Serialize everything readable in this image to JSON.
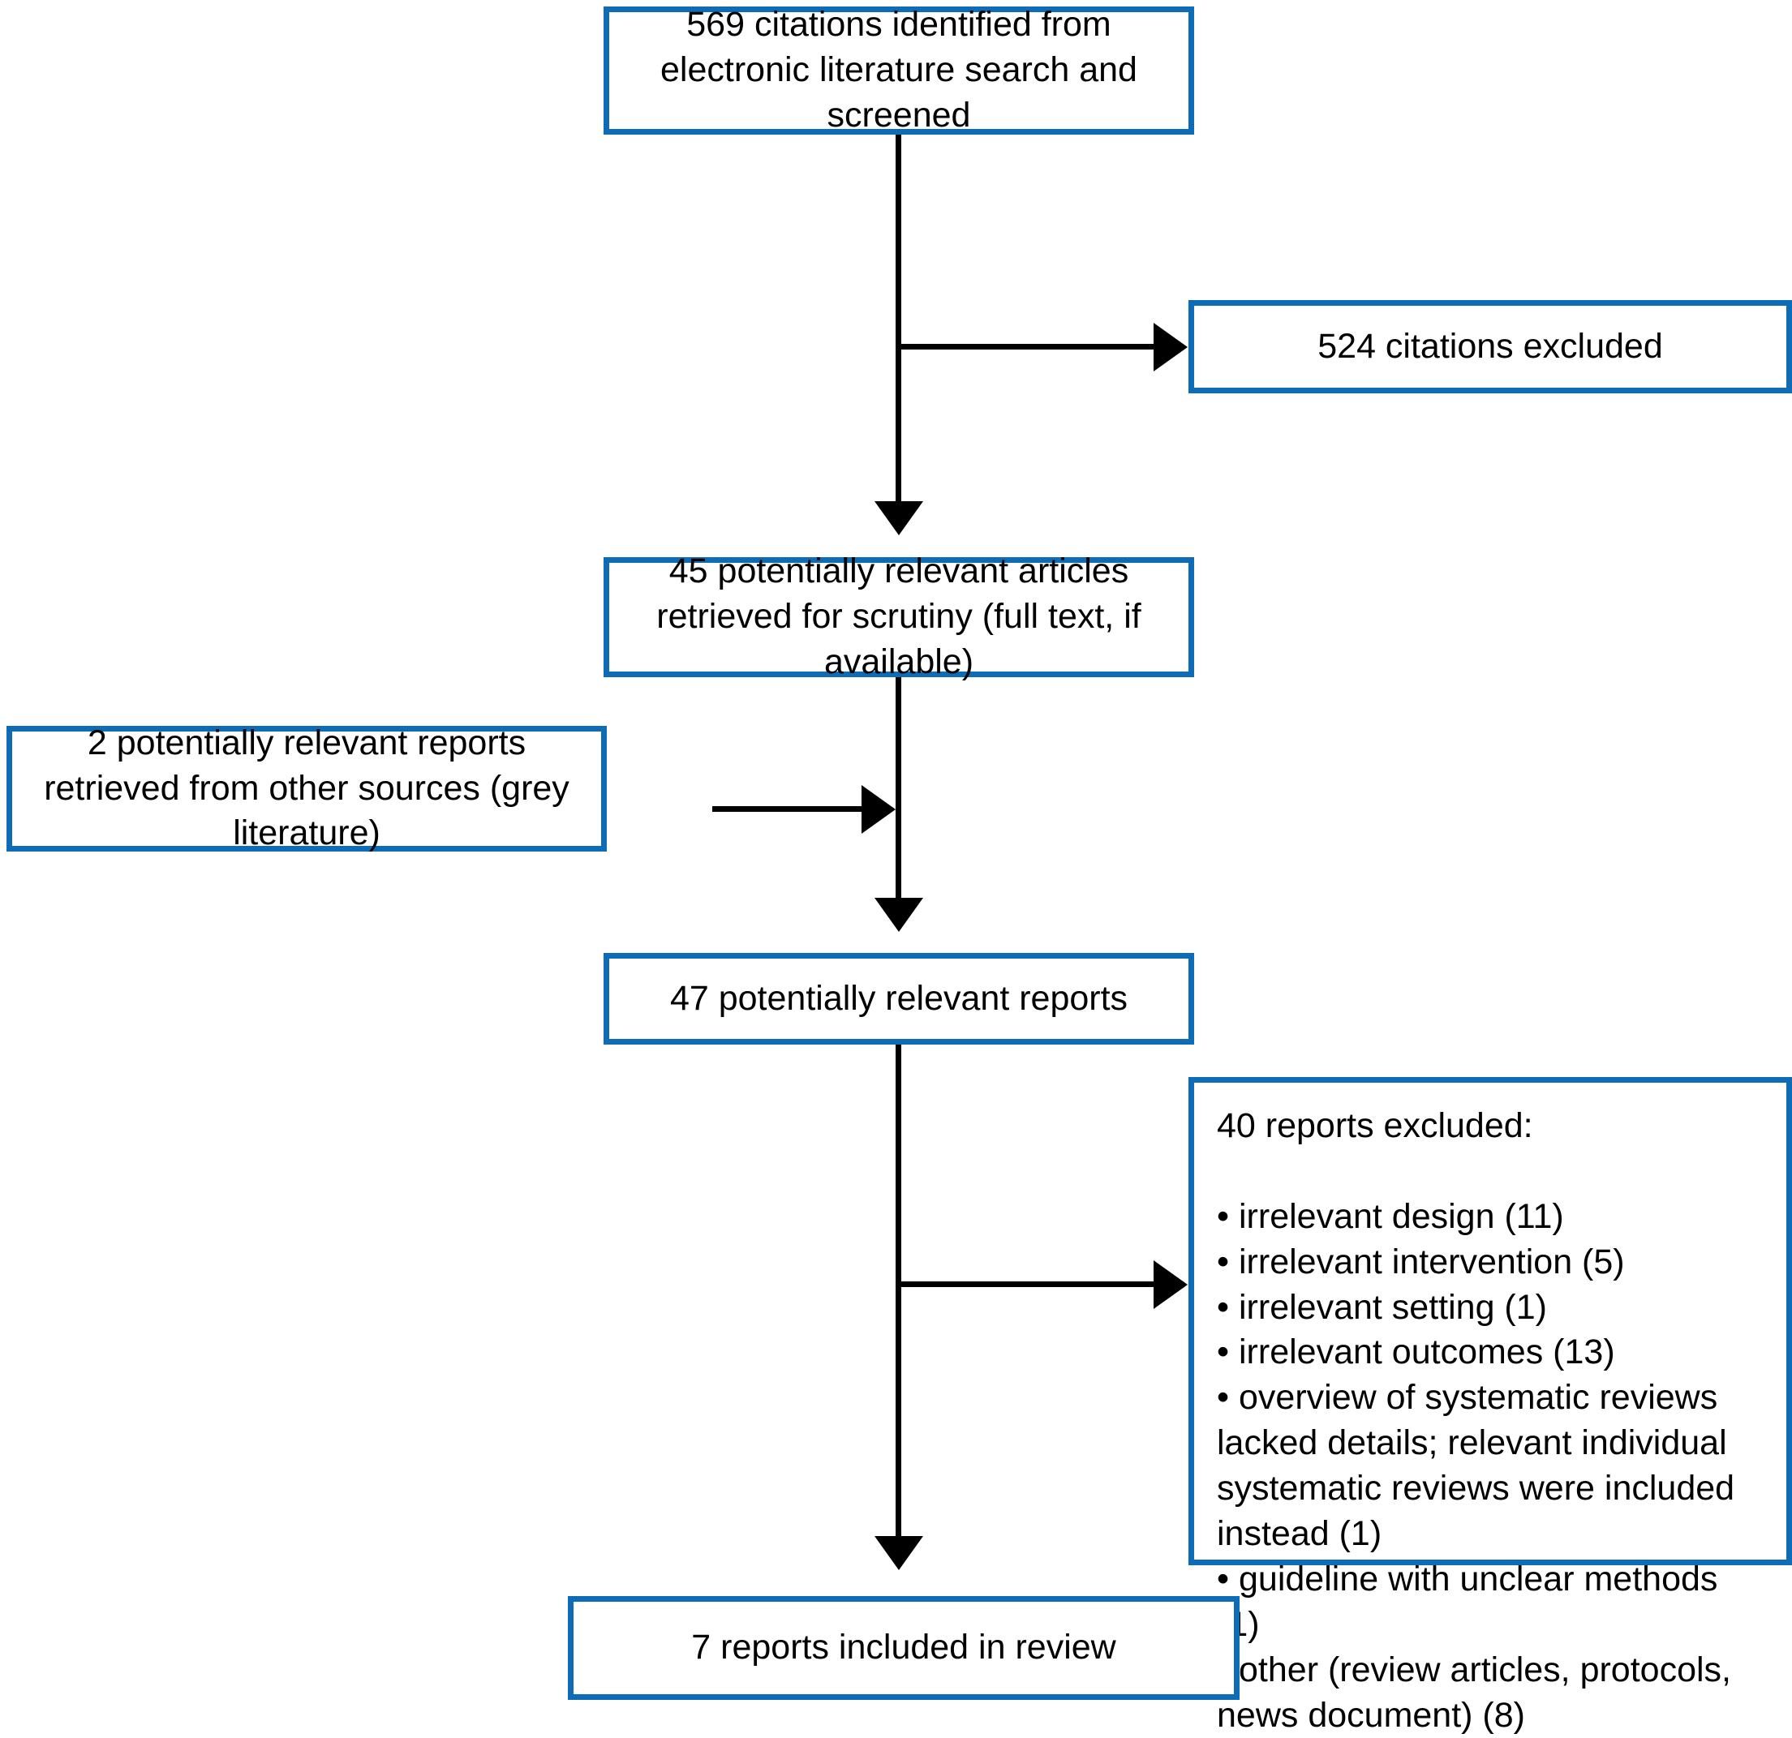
{
  "diagram": {
    "type": "prisma-flow-diagram",
    "accent_color": "#0d6cb5",
    "connector_color": "#000000",
    "background_color": "#ffffff",
    "nodes": {
      "identified": {
        "text": "569 citations identified from electronic literature search and screened",
        "count": 569
      },
      "excluded_524": {
        "text": "524 citations excluded",
        "count": 524
      },
      "retrieved_45": {
        "text": "45 potentially relevant articles retrieved for scrutiny (full text, if available)",
        "count": 45
      },
      "grey_literature": {
        "text": "2 potentially relevant reports retrieved from other sources (grey literature)",
        "count": 2
      },
      "reports_47": {
        "text": "47 potentially relevant reports",
        "count": 47
      },
      "excluded_40": {
        "heading": "40 reports excluded:",
        "count": 40,
        "reasons": [
          "• irrelevant design (11)",
          "• irrelevant intervention (5)",
          "• irrelevant setting (1)",
          "• irrelevant outcomes (13)",
          "• overview of systematic reviews lacked details; relevant individual systematic reviews were included instead (1)",
          "• guideline with unclear methods (1)",
          "• other (review articles, protocols, news document) (8)"
        ],
        "full_text": "40 reports excluded:\n\n• irrelevant design (11)\n• irrelevant intervention (5)\n• irrelevant setting (1)\n• irrelevant outcomes (13)\n• overview of systematic reviews lacked details; relevant individual systematic reviews were included instead (1)\n• guideline with unclear methods (1)\n• other (review articles, protocols, news document) (8)"
      },
      "included_7": {
        "text": "7 reports included in review",
        "count": 7
      }
    },
    "connectors": [
      {
        "from": "identified",
        "to": "retrieved_45",
        "direction": "down"
      },
      {
        "from": "identified",
        "to": "excluded_524",
        "direction": "right"
      },
      {
        "from": "retrieved_45",
        "to": "reports_47",
        "direction": "down"
      },
      {
        "from": "grey_literature",
        "to": "reports_47",
        "direction": "right"
      },
      {
        "from": "reports_47",
        "to": "included_7",
        "direction": "down"
      },
      {
        "from": "reports_47",
        "to": "excluded_40",
        "direction": "right"
      }
    ]
  }
}
